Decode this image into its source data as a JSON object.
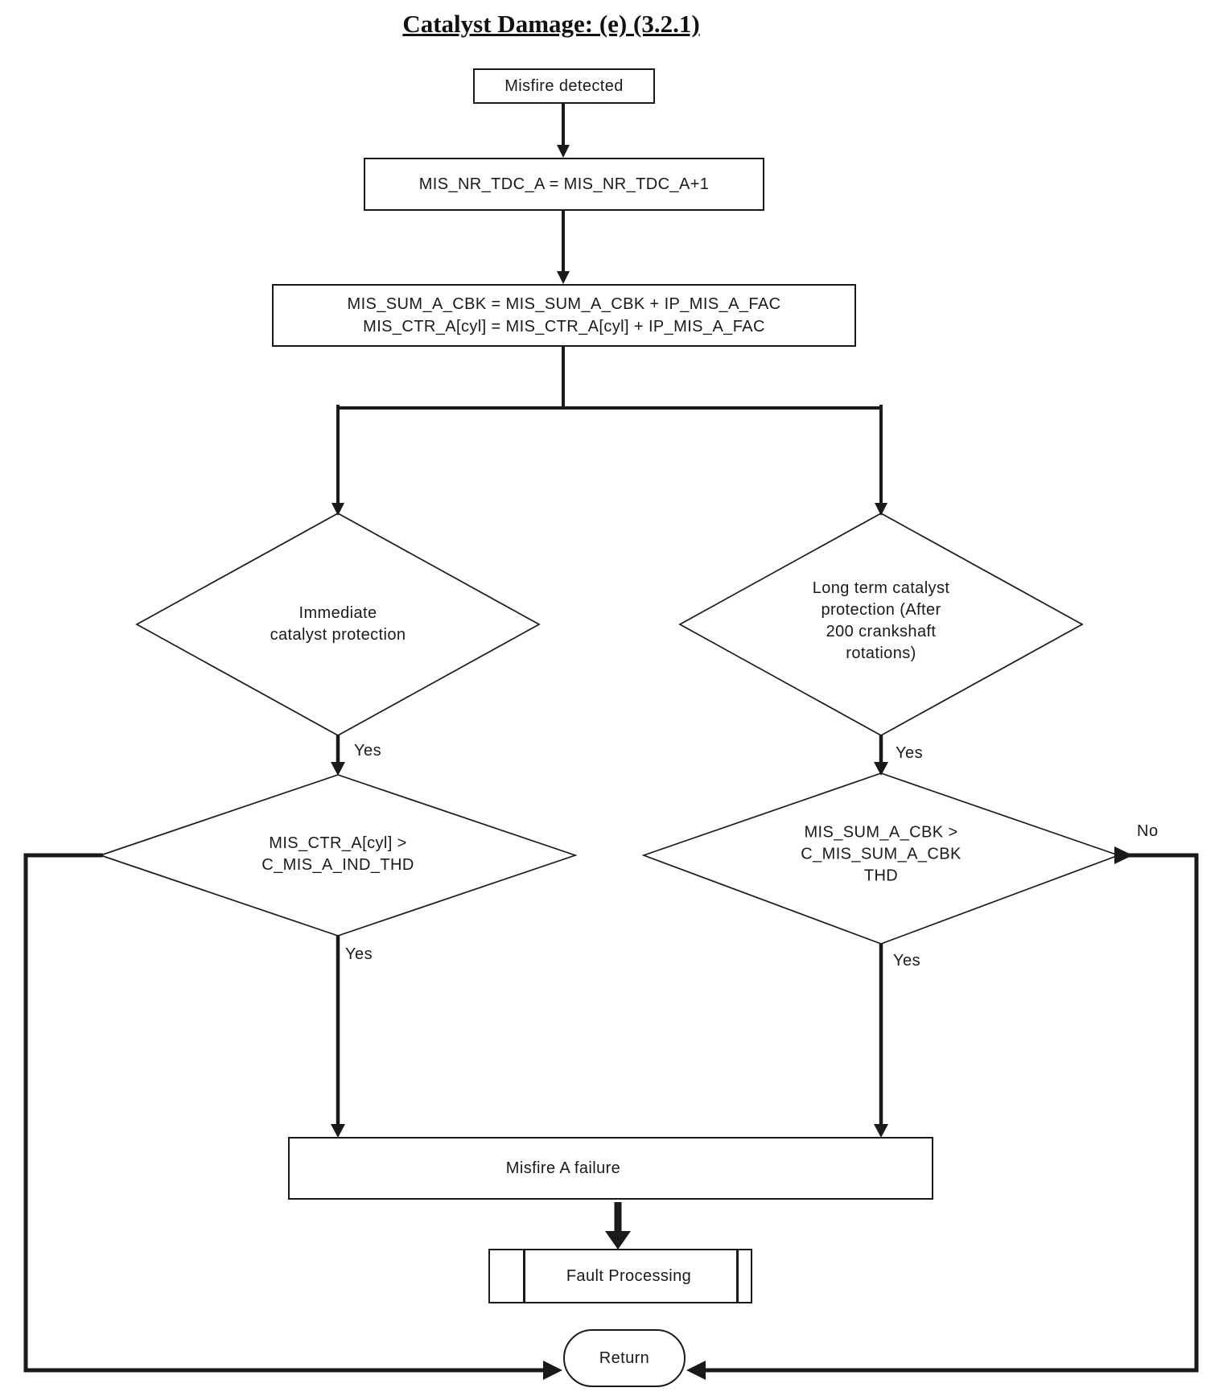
{
  "title": "Catalyst Damage: (e) (3.2.1)",
  "flowchart": {
    "nodes": {
      "start": "Misfire detected",
      "increment": "MIS_NR_TDC_A = MIS_NR_TDC_A+1",
      "accumulate": "MIS_SUM_A_CBK = MIS_SUM_A_CBK + IP_MIS_A_FAC\nMIS_CTR_A[cyl] = MIS_CTR_A[cyl] + IP_MIS_A_FAC",
      "decision_immediate": "Immediate\ncatalyst protection",
      "decision_long_term": "Long term catalyst\nprotection (After\n200 crankshaft\nrotations)",
      "decision_ctr_threshold": "MIS_CTR_A[cyl] >\nC_MIS_A_IND_THD",
      "decision_sum_threshold": "MIS_SUM_A_CBK >\nC_MIS_SUM_A_CBK\nTHD",
      "failure": "Misfire A failure",
      "fault_processing": "Fault Processing",
      "return": "Return"
    },
    "edge_labels": {
      "yes_immediate": "Yes",
      "yes_long_term": "Yes",
      "yes_ctr": "Yes",
      "yes_sum": "Yes",
      "no_sum": "No"
    }
  },
  "colors": {
    "ink": "#1a1a1a",
    "background": "#ffffff"
  }
}
